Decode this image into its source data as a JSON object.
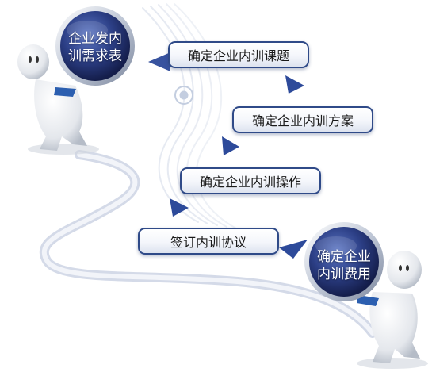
{
  "start": {
    "lines": [
      "企业发内",
      "训需求表"
    ]
  },
  "steps": [
    {
      "label": "确定企业内训课题"
    },
    {
      "label": "确定企业内训方案"
    },
    {
      "label": "确定企业内训操作"
    },
    {
      "label": "签订内训协议"
    }
  ],
  "end": {
    "lines": [
      "确定企业",
      "内训费用"
    ]
  },
  "colors": {
    "circle_dark": "#1e2c63",
    "circle_light": "#4a63b3",
    "border": "#2f4a88",
    "arrow": "#2d4a9a",
    "ribbon": "#dfe5f0"
  }
}
